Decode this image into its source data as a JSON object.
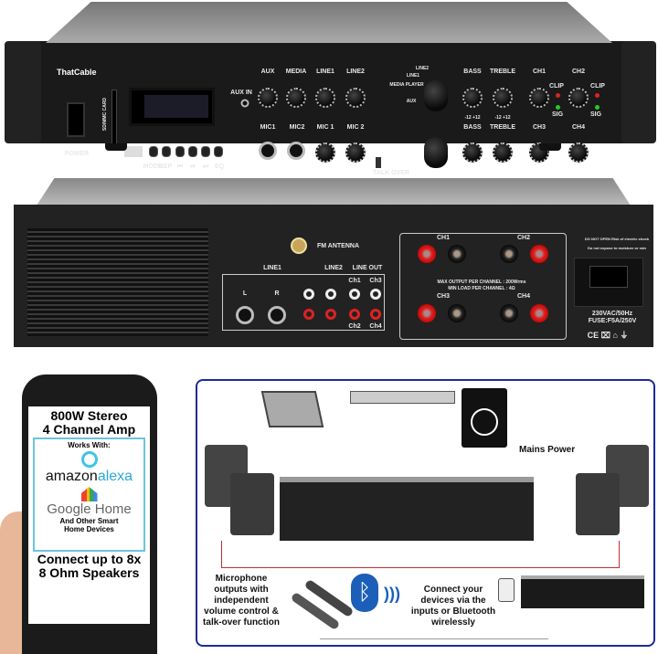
{
  "front_panel": {
    "brand": "ThatCable",
    "power": "POWER",
    "card_slot": "SD/MMC CARD",
    "aux_in": "AUX IN",
    "knob_labels_top": [
      "AUX",
      "MEDIA",
      "LINE1",
      "LINE2"
    ],
    "knob_labels_bottom": [
      "MIC1",
      "MIC2",
      "MIC 1",
      "MIC 2"
    ],
    "media_buttons": [
      "MODE",
      "REP",
      "⏮",
      "⏯",
      "⏭",
      "EQ"
    ],
    "talk_over": "TALK OVER",
    "selector_options": [
      "LINE2",
      "LINE1",
      "MEDIA PLAYER",
      "AUX"
    ],
    "tone_top": [
      "BASS",
      "TREBLE",
      "CH1",
      "CH2"
    ],
    "tone_bottom": [
      "BASS",
      "TREBLE",
      "CH3",
      "CH4"
    ],
    "clip": "CLIP",
    "sig": "SIG",
    "range": "-12  +12"
  },
  "rear_panel": {
    "fm_antenna": "FM ANTENNA",
    "line1": "LINE1",
    "line2": "LINE2",
    "line_out": "LINE OUT",
    "left": "L",
    "right": "R",
    "ch_out": [
      "Ch1",
      "Ch3",
      "Ch2",
      "Ch4"
    ],
    "speaker_channels": [
      "CH1",
      "CH2",
      "CH3",
      "CH4"
    ],
    "spec_line1": "MAX OUTPUT PER CHANNEL : 200Wrms",
    "spec_line2": "MIN LOAD PER CHANNEL : 4Ω",
    "warning1": "DO NOT OPEN Risk of electric shock",
    "warning2": "Do not expose to moisture or rain",
    "power_rating": "230VAC/50Hz",
    "fuse": "FUSE:F5A/250V",
    "marks": "CE ⌧ ⌂ ⏚"
  },
  "phone": {
    "headline1": "800W Stereo",
    "headline2": "4 Channel Amp",
    "works_with": "Works With:",
    "amazon": "amazon",
    "alexa": "alexa",
    "google_home": "Google Home",
    "other": "And Other Smart Home Devices",
    "connect": "Connect up to 8x 8 Ohm Speakers"
  },
  "diagram": {
    "mains_power": "Mains Power",
    "microphone_note": "Microphone outputs with independent volume control & talk-over function",
    "bluetooth_note": "Connect your devices via the inputs or Bluetooth wirelessly",
    "colors": {
      "border": "#1a2a9a",
      "bluetooth": "#1c5fb8",
      "wire_red": "#c03030"
    }
  }
}
